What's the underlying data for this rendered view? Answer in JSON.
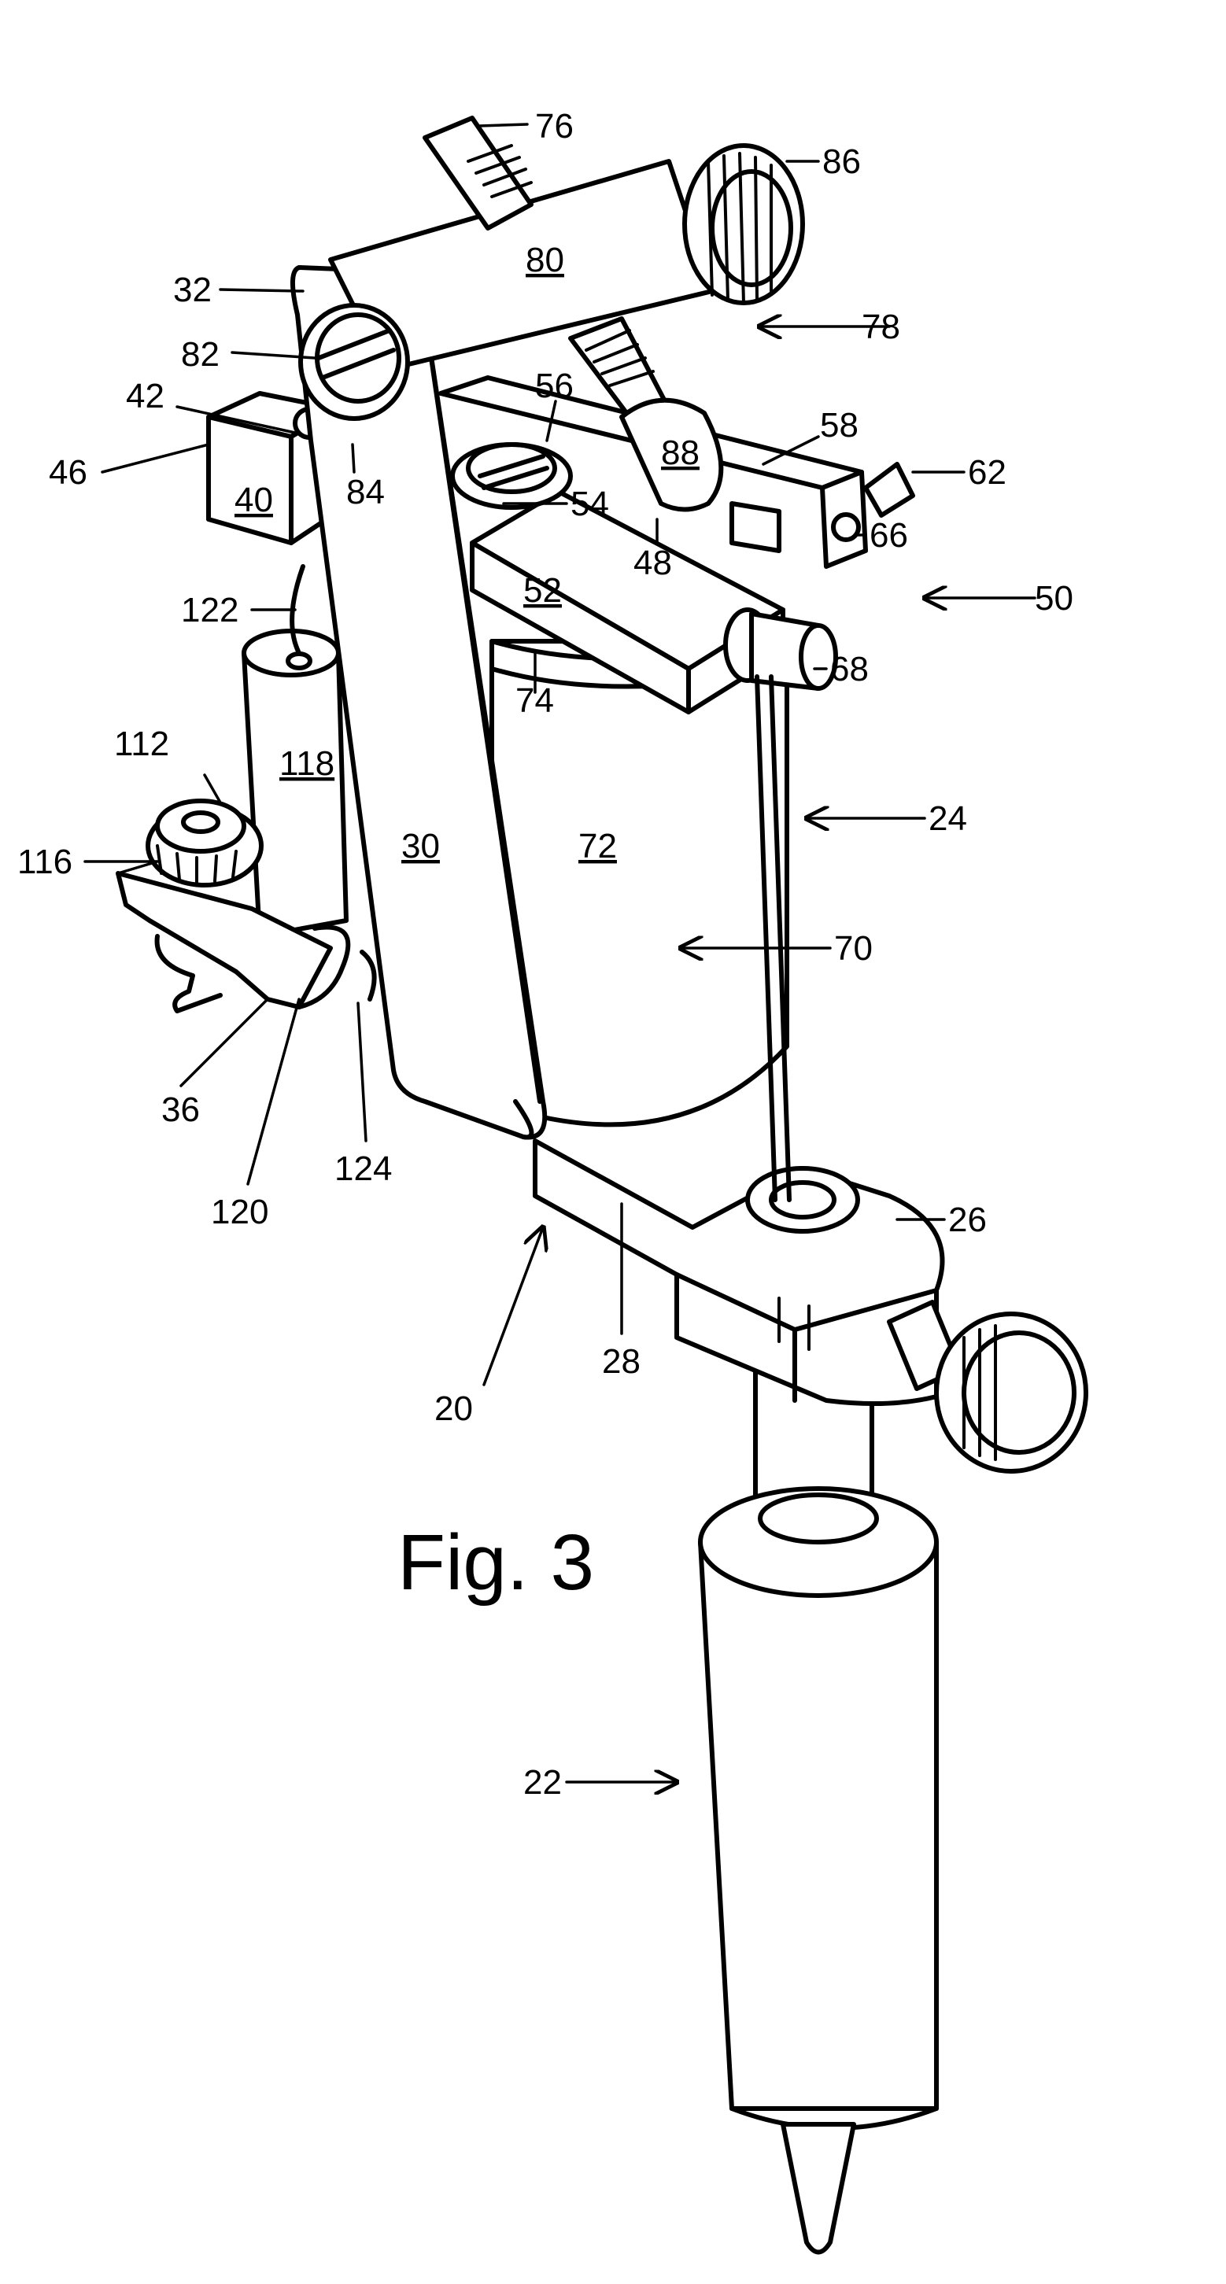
{
  "figure": {
    "caption": "Fig. 3"
  },
  "labels": {
    "n20": "20",
    "n22": "22",
    "n24": "24",
    "n26": "26",
    "n28": "28",
    "n30": "30",
    "n32": "32",
    "n36": "36",
    "n40": "40",
    "n42": "42",
    "n46": "46",
    "n48": "48",
    "n50": "50",
    "n52": "52",
    "n54": "54",
    "n56": "56",
    "n58": "58",
    "n62": "62",
    "n66": "66",
    "n68": "68",
    "n70": "70",
    "n72": "72",
    "n74": "74",
    "n76": "76",
    "n78": "78",
    "n80": "80",
    "n82": "82",
    "n84": "84",
    "n86": "86",
    "n88": "88",
    "n112": "112",
    "n116": "116",
    "n118": "118",
    "n120": "120",
    "n122": "122",
    "n124": "124"
  }
}
